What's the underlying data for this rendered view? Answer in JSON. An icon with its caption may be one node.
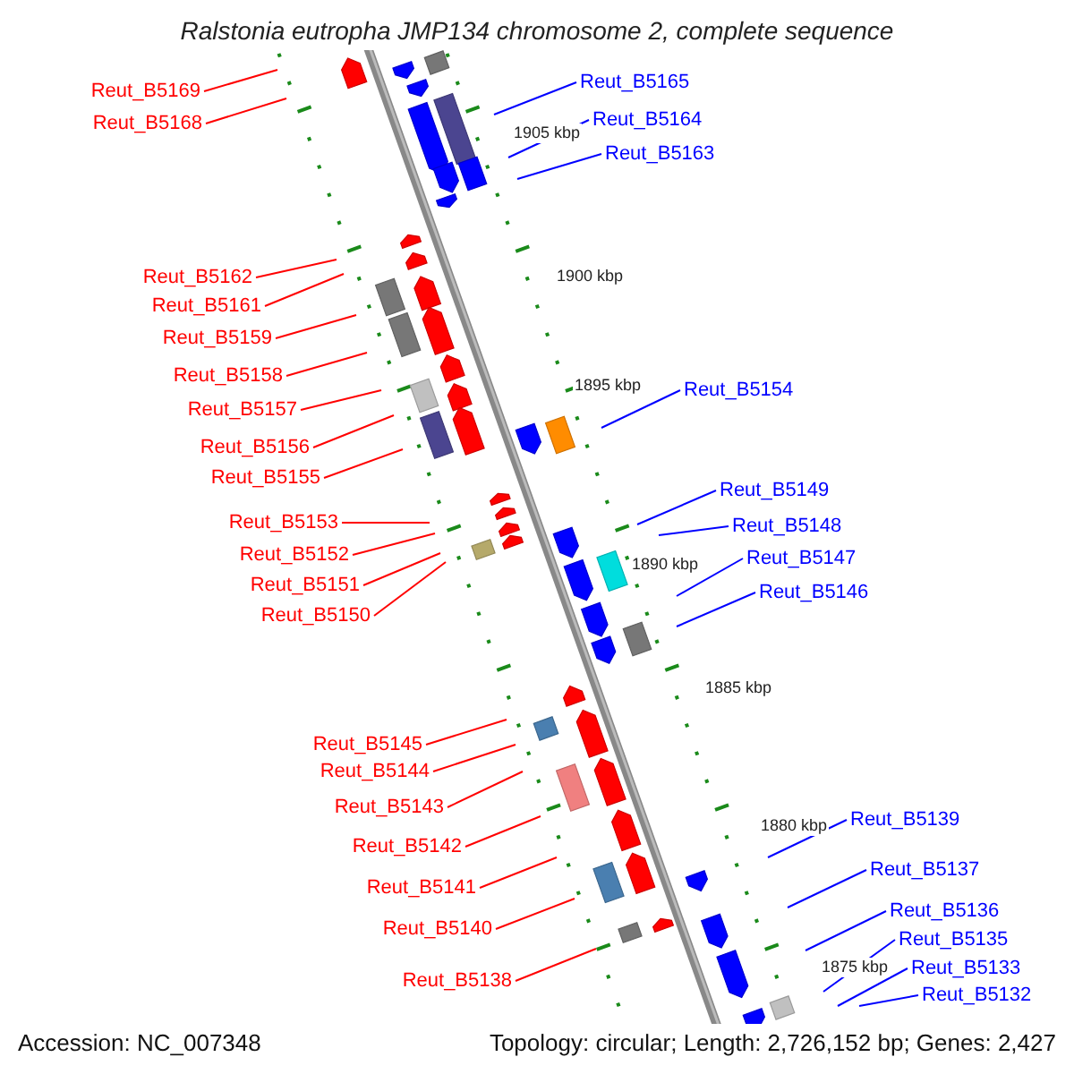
{
  "diagram": {
    "title": "Ralstonia eutropha JMP134 chromosome 2, complete sequence",
    "nodes": [
      {
        "text": [
          "Reut_B5165"
        ]
      },
      {
        "text": [
          "Reut_B5169"
        ]
      },
      {
        "text": [
          "Reut_B5164"
        ]
      },
      {
        "text": [
          "Reut_B5168"
        ]
      },
      {
        "text": [
          "Reut_B5163"
        ]
      },
      {
        "text": [
          "Reut_B5162"
        ]
      },
      {
        "text": [
          "Reut_B5161"
        ]
      },
      {
        "text": [
          "Reut_B5159"
        ]
      },
      {
        "text": [
          "Reut_B5158"
        ]
      },
      {
        "text": [
          "Reut_B5154"
        ]
      },
      {
        "text": [
          "Reut_B5157"
        ]
      },
      {
        "text": [
          "Reut_B5156"
        ]
      },
      {
        "text": [
          "Reut_B5155"
        ]
      },
      {
        "text": [
          "Reut_B5149"
        ]
      },
      {
        "text": [
          "Reut_B5153"
        ]
      },
      {
        "text": [
          "Reut_B5148"
        ]
      },
      {
        "text": [
          "Reut_B5152"
        ]
      },
      {
        "text": [
          "Reut_B5147"
        ]
      },
      {
        "text": [
          "Reut_B5151"
        ]
      },
      {
        "text": [
          "Reut_B5146"
        ]
      },
      {
        "text": [
          "Reut_B5150"
        ]
      },
      {
        "text": [
          "Reut_B5145"
        ]
      },
      {
        "text": [
          "Reut_B5144"
        ]
      },
      {
        "text": [
          "Reut_B5143"
        ]
      },
      {
        "text": [
          "Reut_B5139"
        ]
      },
      {
        "text": [
          "Reut_B5142"
        ]
      },
      {
        "text": [
          "Reut_B5137"
        ]
      },
      {
        "text": [
          "Reut_B5141"
        ]
      },
      {
        "text": [
          "Reut_B5136"
        ]
      },
      {
        "text": [
          "Reut_B5140"
        ]
      },
      {
        "text": [
          "Reut_B5135"
        ]
      },
      {
        "text": [
          "Reut_B5133"
        ]
      },
      {
        "text": [
          "Reut_B5138"
        ]
      },
      {
        "text": [
          "Reut_B5132"
        ]
      }
    ],
    "edges": [
      {
        "from": 0,
        "to": null,
        "arrow": "none",
        "color": "#0000ff"
      },
      {
        "from": 1,
        "to": null,
        "arrow": "none"
      },
      {
        "from": 2,
        "to": null,
        "arrow": "none",
        "color": "#0000ff"
      },
      {
        "from": 3,
        "to": null,
        "arrow": "none"
      },
      {
        "from": 4,
        "to": null,
        "arrow": "none",
        "color": "#0000ff"
      },
      {
        "from": 5,
        "to": null,
        "arrow": "none"
      },
      {
        "from": 6,
        "to": null,
        "arrow": "none"
      },
      {
        "from": 7,
        "to": null,
        "arrow": "none"
      },
      {
        "from": 8,
        "to": null,
        "arrow": "none"
      },
      {
        "from": 9,
        "to": null,
        "arrow": "none",
        "color": "#0000ff"
      },
      {
        "from": 10,
        "to": null,
        "arrow": "none"
      },
      {
        "from": 11,
        "to": null,
        "arrow": "none"
      },
      {
        "from": 12,
        "to": null,
        "arrow": "none"
      },
      {
        "from": 13,
        "to": null,
        "arrow": "none",
        "color": "#0000ff"
      },
      {
        "from": 14,
        "to": null,
        "arrow": "none"
      },
      {
        "from": 15,
        "to": null,
        "arrow": "none",
        "color": "#0000ff"
      },
      {
        "from": 16,
        "to": null,
        "arrow": "none"
      },
      {
        "from": 17,
        "to": null,
        "arrow": "none",
        "color": "#0000ff"
      },
      {
        "from": 18,
        "to": null,
        "arrow": "none"
      },
      {
        "from": 19,
        "to": null,
        "arrow": "none",
        "color": "#0000ff"
      },
      {
        "from": 20,
        "to": null,
        "arrow": "none"
      },
      {
        "from": 21,
        "to": null,
        "arrow": "none"
      },
      {
        "from": 22,
        "to": null,
        "arrow": "none"
      },
      {
        "from": 23,
        "to": null,
        "arrow": "none"
      },
      {
        "from": 24,
        "to": null,
        "arrow": "none",
        "color": "#0000ff"
      },
      {
        "from": 25,
        "to": null,
        "arrow": "none"
      },
      {
        "from": 26,
        "to": null,
        "arrow": "none",
        "color": "#0000ff"
      },
      {
        "from": 27,
        "to": null,
        "arrow": "none"
      },
      {
        "from": 28,
        "to": null,
        "arrow": "none",
        "color": "#0000ff"
      },
      {
        "from": 29,
        "to": null,
        "arrow": "none"
      },
      {
        "from": 30,
        "to": null,
        "arrow": "none",
        "color": "#0000ff"
      },
      {
        "from": 31,
        "to": null,
        "arrow": "none",
        "color": "#0000ff"
      },
      {
        "from": 32,
        "to": null,
        "arrow": "none"
      },
      {
        "from": 33,
        "to": null,
        "arrow": "none",
        "color": "#0000ff"
      }
    ],
    "labels": [
      "1905 kbp",
      "1900 kbp",
      "1895 kbp",
      "1890 kbp",
      "1885 kbp",
      "1880 kbp",
      "1875 kbp",
      "Accession: NC_007348",
      "Topology: circular; Length: 2,726,152 bp; Genes: 2,427"
    ]
  }
}
